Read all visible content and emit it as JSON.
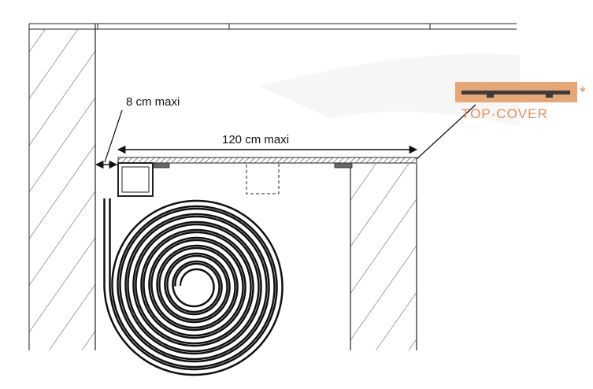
{
  "diagram": {
    "labels": {
      "gap_max": "8 cm maxi",
      "span_max": "120 cm maxi"
    },
    "brand": {
      "name": "TOP·COVER",
      "asterisk": "*",
      "color": "#D9915A",
      "bar_color": "#E7A675",
      "ink_color": "#3C3C3C"
    },
    "colors": {
      "line": "#222222",
      "hatch": "#333333",
      "board": "#555555"
    }
  }
}
